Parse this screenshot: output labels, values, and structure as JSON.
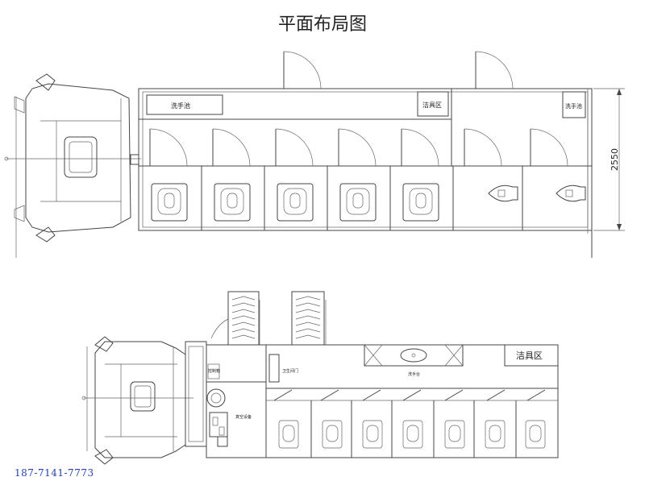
{
  "title": "平面布局图",
  "phone": "187-7141-7773",
  "top_plan": {
    "wash_label_left": "洗手池",
    "clean_label": "洁具区",
    "wash_label_right": "洗手池",
    "width_dimension": "2550"
  },
  "bottom_plan": {
    "clean_label": "洁具区",
    "sink_label": "洗手台",
    "door_label": "卫生间门",
    "control_label": "控制箱",
    "vacuum_label": "真空设备"
  }
}
